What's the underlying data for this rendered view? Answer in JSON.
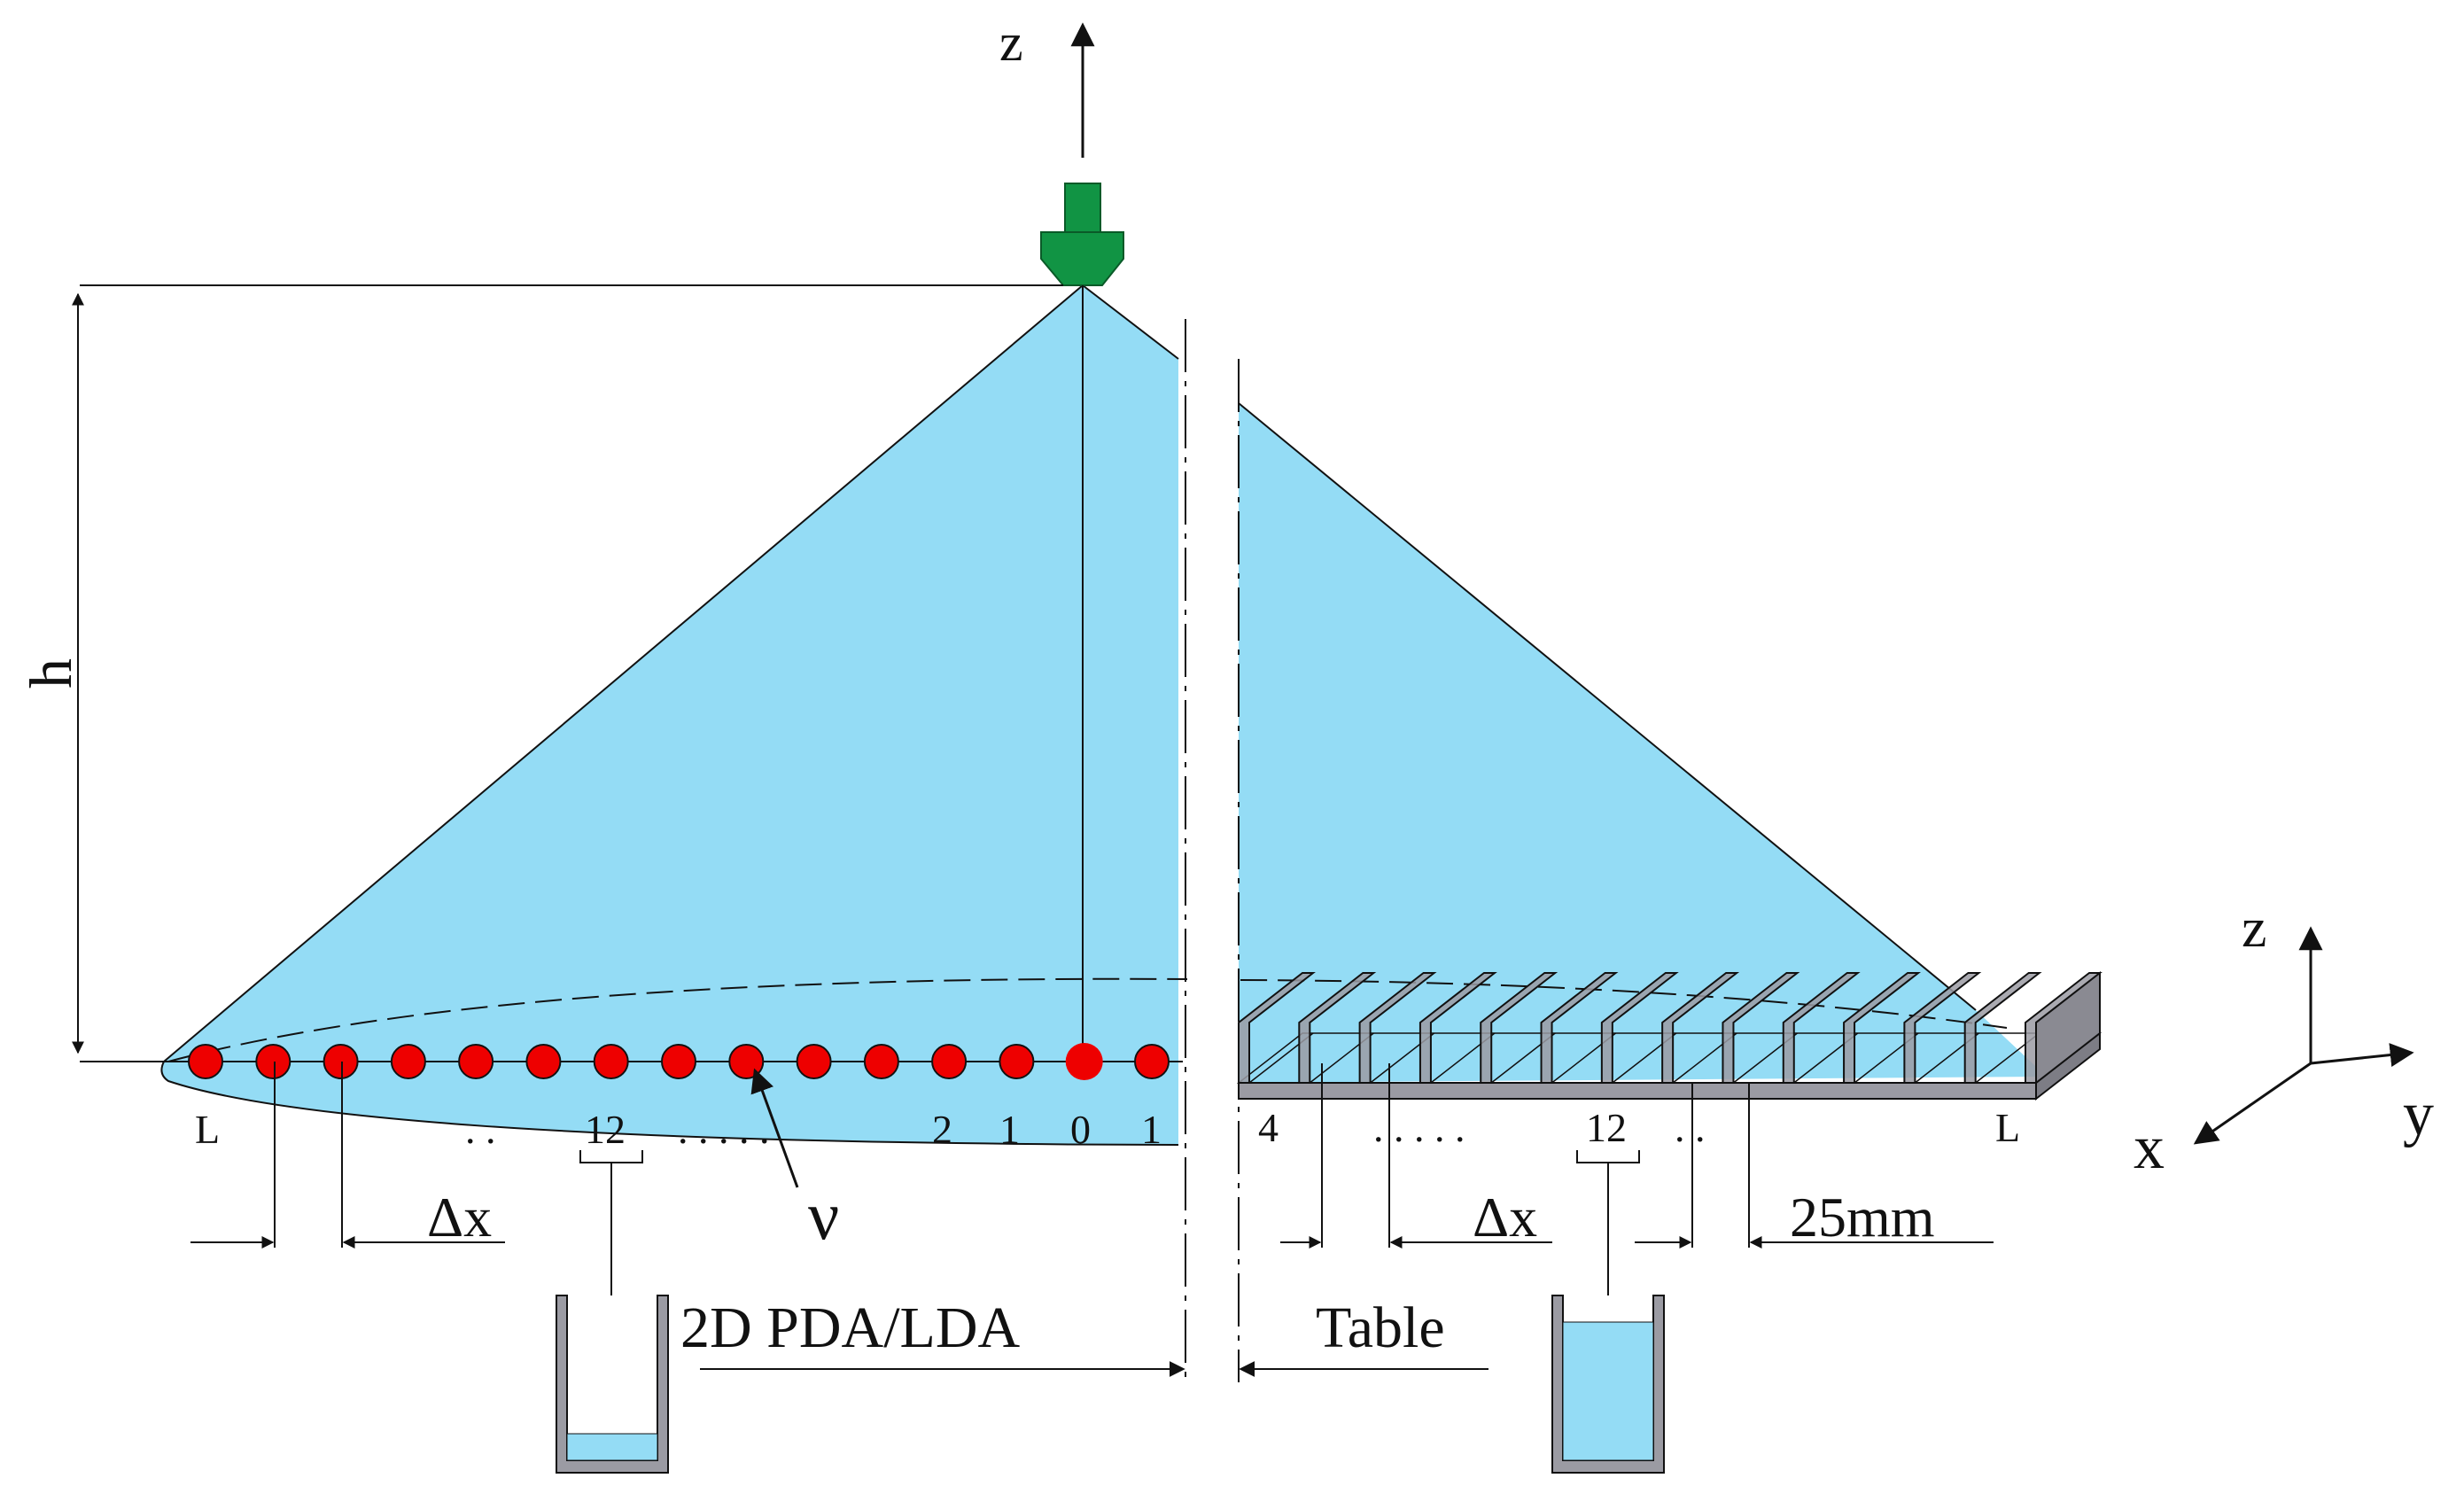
{
  "colors": {
    "spray": "#94dcf5",
    "nozzle": "#119444",
    "points": "#ee0000",
    "patternator": "#9b9ba3",
    "water": "#94dcf5",
    "line": "#111111"
  },
  "labels": {
    "z_main": "z",
    "h": "h",
    "nu": "ν",
    "dx_left": "Δx",
    "dx_right": "Δx",
    "mm25": "25mm",
    "pda": "2D PDA/LDA",
    "table": "Table",
    "axes_z": "z",
    "axes_x": "x",
    "axes_y": "y"
  },
  "left_numbers": {
    "L": "L",
    "n12": "12",
    "n2": "2",
    "n1": "1",
    "n0": "0",
    "n1b": "1",
    "dots_a": ". .",
    "dots_b": ". . . . ."
  },
  "right_numbers": {
    "n4": "4",
    "dots_a": ". . . . .",
    "n12": "12",
    "dots_b": ". .",
    "L": "L"
  },
  "measurement_points": {
    "count": 15,
    "highlighted_index": 13
  },
  "patternator": {
    "channel_count": 14
  }
}
